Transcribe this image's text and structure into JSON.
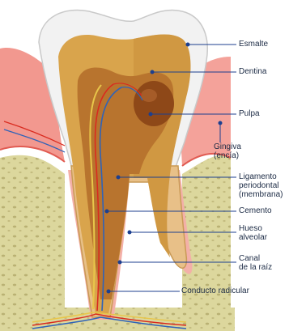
{
  "labels": {
    "esmalte": "Esmalte",
    "dentina": "Dentina",
    "pulpa": "Pulpa",
    "gingiva_1": "Gingiva",
    "gingiva_2": "(encía)",
    "ligamento_1": "Ligamento",
    "ligamento_2": "periodontal",
    "ligamento_3": "(membrana)",
    "cemento": "Cemento",
    "hueso_1": "Hueso",
    "hueso_2": "alveolar",
    "canal_1": "Canal",
    "canal_2": "de la raíz",
    "conducto": "Conducto radicular"
  },
  "colors": {
    "leader_line": "#1c3f8f",
    "enamel": "#f3f3f3",
    "dentin": "#d9a44c",
    "pulp": "#9a5420",
    "gum": "#f08c84",
    "bone": "#dedaa0",
    "nerve": "#e8c64a",
    "artery": "#d92b1f",
    "vein": "#2f63b8"
  }
}
